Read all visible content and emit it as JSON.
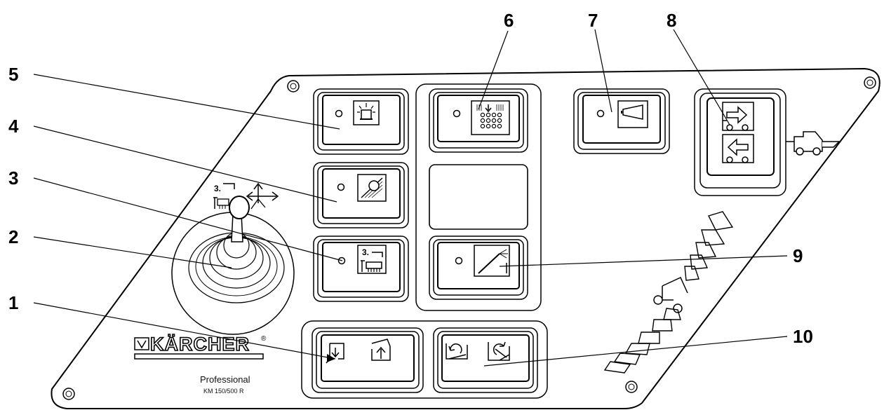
{
  "callouts": [
    {
      "number": "1",
      "meaning": "discharge-flap-button"
    },
    {
      "number": "2",
      "meaning": "joystick"
    },
    {
      "number": "3",
      "meaning": "side-brush-button"
    },
    {
      "number": "4",
      "meaning": "filter-cleaning-button"
    },
    {
      "number": "5",
      "meaning": "rotating-beacon-button"
    },
    {
      "number": "6",
      "meaning": "dust-suppression-button"
    },
    {
      "number": "7",
      "meaning": "horn-button"
    },
    {
      "number": "8",
      "meaning": "travel-direction-switch"
    },
    {
      "number": "9",
      "meaning": "spray-button"
    },
    {
      "number": "10",
      "meaning": "hopper-tilt-button"
    }
  ],
  "brand": {
    "logo_text": "KÄRCHER",
    "registered": "®",
    "line": "Professional",
    "model": "KM 150/500 R"
  },
  "icons": {
    "side_brush_label": "3.",
    "joystick_label": "3."
  }
}
